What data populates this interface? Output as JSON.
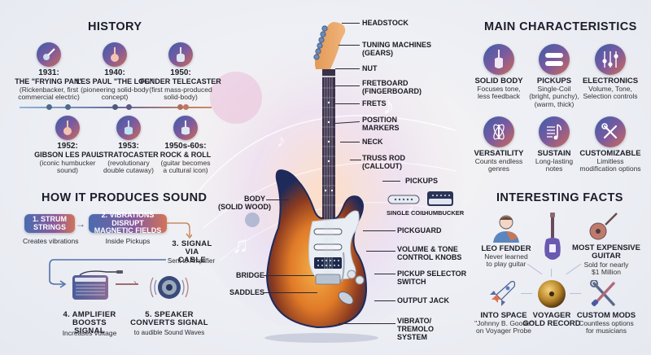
{
  "history": {
    "title": "HISTORY",
    "top": [
      {
        "year": "1931:",
        "title": "THE \"FRYING PAN\"",
        "desc1": "(Rickenbacker, first",
        "desc2": "commercial electric)",
        "icon": "lap-steel-guitar-icon"
      },
      {
        "year": "1940:",
        "title": "LES PAUL \"THE LOG\"",
        "desc1": "(pioneering solid-body",
        "desc2": "concept)",
        "icon": "les-paul-guitar-icon"
      },
      {
        "year": "1950:",
        "title": "FENDER TELECASTER",
        "desc1": "(first mass-produced",
        "desc2": "solid-body)",
        "icon": "telecaster-guitar-icon"
      }
    ],
    "bottom": [
      {
        "year": "1952:",
        "title": "GIBSON LES PAUL",
        "desc1": "(iconic humbucker",
        "desc2": "sound)",
        "icon": "gibson-guitar-icon"
      },
      {
        "year": "1953:",
        "title": "STRATOCASTER",
        "desc1": "(revolutionary",
        "desc2": "double cutaway)",
        "icon": "stratocaster-guitar-icon"
      },
      {
        "year": "1950s-60s:",
        "title": "ROCK & ROLL",
        "desc1": "(guitar becomes",
        "desc2": "a cultural icon)",
        "icon": "rock-guitar-icon"
      }
    ]
  },
  "sound": {
    "title": "HOW IT PRODUCES SOUND",
    "step1": {
      "l1": "1. STRUM",
      "l2": "STRINGS",
      "caption": "Creates vibrations"
    },
    "step2": {
      "l1": "2. VIBRATIONS DISRUPT",
      "l2": "MAGNETIC FIELDS",
      "caption": "Inside Pickups"
    },
    "step3": {
      "l1": "3. SIGNAL",
      "l2": "VIA CABLE",
      "caption": "Sent to Amplifier"
    },
    "step4": {
      "l1": "4. AMPLIFIER",
      "l2": "BOOSTS SIGNAL",
      "caption": "Increases voltage"
    },
    "step5": {
      "l1": "5. SPEAKER",
      "l2": "CONVERTS SIGNAL",
      "caption": "to audible Sound Waves"
    }
  },
  "guitar": {
    "labels": {
      "headstock": "HEADSTOCK",
      "tuning1": "TUNING MACHINES",
      "tuning2": "(GEARS)",
      "nut": "NUT",
      "fretboard1": "FRETBOARD",
      "fretboard2": "(FINGERBOARD)",
      "frets": "FRETS",
      "position1": "POSITION",
      "position2": "MARKERS",
      "neck": "NECK",
      "truss1": "TRUSS ROD",
      "truss2": "(CALLOUT)",
      "pickups": "PICKUPS",
      "single_coil": "SINGLE COIL",
      "humbucker": "HUMBUCKER",
      "pickguard": "PICKGUARD",
      "volume1": "VOLUME & TONE",
      "volume2": "CONTROL KNOBS",
      "selector1": "PICKUP SELECTOR",
      "selector2": "SWITCH",
      "output": "OUTPUT JACK",
      "vibrato1": "VIBRATO/",
      "vibrato2": "TREMOLO",
      "vibrato3": "SYSTEM",
      "body1": "BODY",
      "body2": "(SOLID WOOD)",
      "bridge": "BRIDGE",
      "saddles": "SADDLES"
    },
    "colors": {
      "headstock": "#e8a366",
      "fretboard": "#3a3048",
      "body_center": "#f0a040",
      "body_edge": "#1e2a5a",
      "pickguard": "#e9eef4"
    }
  },
  "characteristics": {
    "title": "MAIN CHARACTERISTICS",
    "items": [
      {
        "title": "SOLID BODY",
        "d1": "Focuses tone,",
        "d2": "less feedback",
        "d3": "",
        "icon": "guitar-body-icon"
      },
      {
        "title": "PICKUPS",
        "d1": "Single-Coil",
        "d2": "(bright, punchy),",
        "d3": "(warm, thick)",
        "icon": "pickup-icon"
      },
      {
        "title": "ELECTRONICS",
        "d1": "Volume, Tone,",
        "d2": "Selection controls",
        "d3": "",
        "icon": "sliders-icon"
      },
      {
        "title": "VERSATILITY",
        "d1": "Counts endless",
        "d2": "genres",
        "d3": "",
        "icon": "versatility-icon"
      },
      {
        "title": "SUSTAIN",
        "d1": "Long-lasting",
        "d2": "notes",
        "d3": "",
        "icon": "music-note-icon"
      },
      {
        "title": "CUSTOMIZABLE",
        "d1": "Limitless",
        "d2": "modification options",
        "d3": "",
        "icon": "wrench-screwdriver-icon"
      }
    ]
  },
  "facts": {
    "title": "INTERESTING FACTS",
    "items": [
      {
        "title": "LEO FENDER",
        "d1": "Never learned",
        "d2": "to play guitar",
        "icon": "person-icon"
      },
      {
        "title": "MOST EXPENSIVE",
        "title2": "GUITAR",
        "d1": "Sold for nearly",
        "d2": "$1 Million",
        "icon": "acoustic-guitar-icon"
      },
      {
        "title": "INTO SPACE",
        "d1": "\"Johnny B. Goode\"",
        "d2": "on Voyager Probe",
        "icon": "rocket-icon"
      },
      {
        "title": "VOYAGER",
        "title2": "GOLD RECORD",
        "icon": "gold-record-icon"
      },
      {
        "title": "CUSTOM MODS",
        "d1": "Countless options",
        "d2": "for musicians",
        "icon": "tools-icon"
      }
    ]
  }
}
